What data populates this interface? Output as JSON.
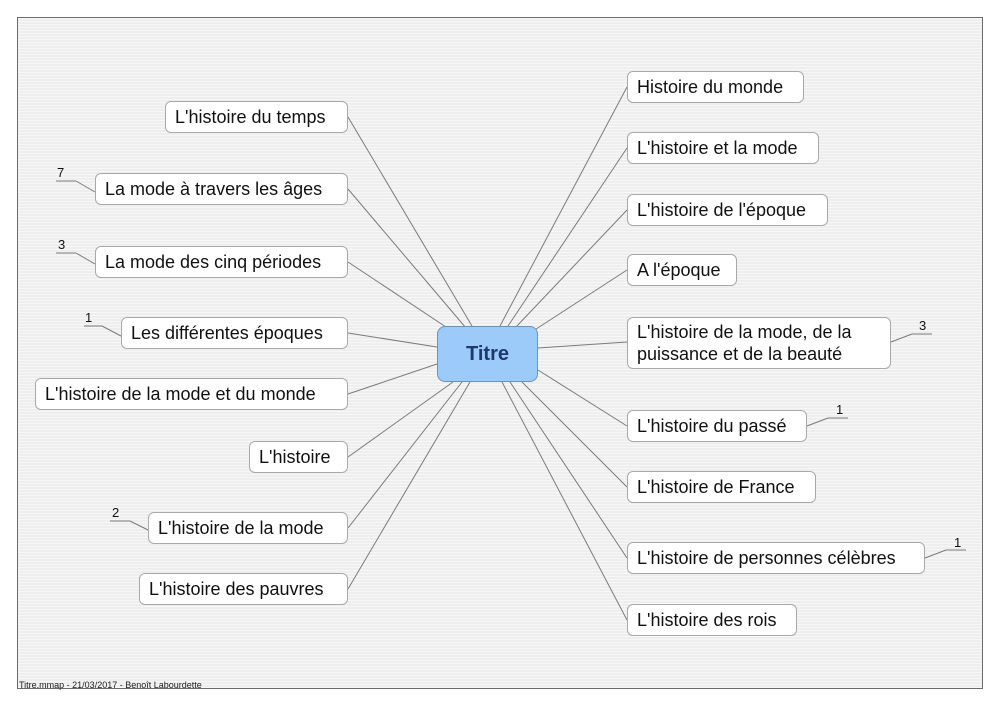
{
  "center": {
    "label": "Titre"
  },
  "left_nodes": [
    {
      "label": "L'histoire du temps",
      "count": ""
    },
    {
      "label": "La mode à travers les âges",
      "count": "7"
    },
    {
      "label": "La mode des cinq périodes",
      "count": "3"
    },
    {
      "label": "Les différentes époques",
      "count": "1"
    },
    {
      "label": "L'histoire de la mode et du monde",
      "count": ""
    },
    {
      "label": "L'histoire",
      "count": ""
    },
    {
      "label": "L'histoire de la mode",
      "count": "2"
    },
    {
      "label": "L'histoire des pauvres",
      "count": ""
    }
  ],
  "right_nodes": [
    {
      "label": "Histoire du monde",
      "count": ""
    },
    {
      "label": "L'histoire et la mode",
      "count": ""
    },
    {
      "label": "L'histoire de l'époque",
      "count": ""
    },
    {
      "label": "A l'époque",
      "count": ""
    },
    {
      "label": "L'histoire de la mode, de la puissance et de la beauté",
      "count": "3"
    },
    {
      "label": "L'histoire du passé",
      "count": "1"
    },
    {
      "label": "L'histoire de France",
      "count": ""
    },
    {
      "label": "L'histoire de personnes célèbres",
      "count": "1"
    },
    {
      "label": "L'histoire des rois",
      "count": ""
    }
  ],
  "footer": {
    "text": "Titre.mmap - 21/03/2017 - Benoît Labourdette"
  },
  "colors": {
    "center_fill": "#9ccbfa",
    "center_text": "#1e3a6b",
    "node_border": "#a9a9a9",
    "link": "#7b7b7b"
  }
}
